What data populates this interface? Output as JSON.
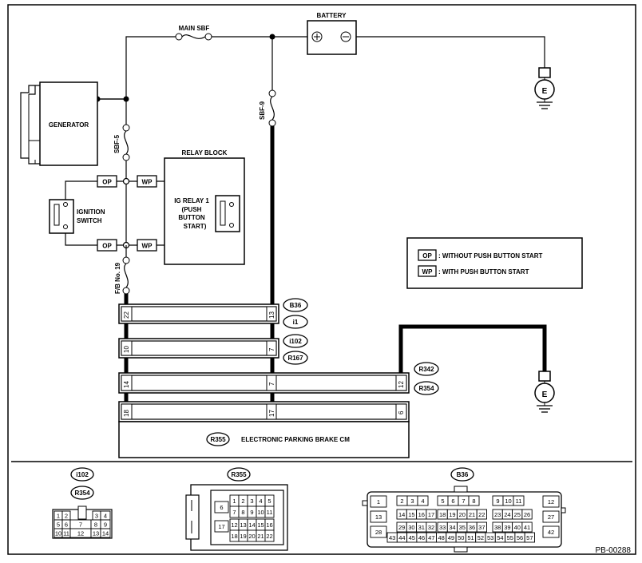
{
  "labels": {
    "battery": "BATTERY",
    "main_sbf": "MAIN SBF",
    "generator": "GENERATOR",
    "sbf5": "SBF-5",
    "sbf9": "SBF-9",
    "relay_block": "RELAY BLOCK",
    "ig_relay_1": "IG RELAY 1",
    "ig_relay_2": "(PUSH",
    "ig_relay_3": "BUTTON",
    "ig_relay_4": "START)",
    "ignition_1": "IGNITION",
    "ignition_2": "SWITCH",
    "fb19": "F/B No. 19",
    "ground": "E",
    "op": "OP",
    "wp": "WP",
    "legend_op": ": WITHOUT PUSH BUTTON START",
    "legend_wp": ": WITH PUSH BUTTON START",
    "module": "ELECTRONIC PARKING BRAKE CM",
    "module_conn": "R355",
    "page_id": "PB-00288"
  },
  "connectors": {
    "b36": "B36",
    "i1": "i1",
    "i102": "i102",
    "r167": "R167",
    "r342": "R342",
    "r354": "R354",
    "r355": "R355"
  },
  "pins": {
    "row1_left": "22",
    "row1_mid": "13",
    "row2_left": "10",
    "row2_mid": "7",
    "row3_left": "14",
    "row3_mid": "7",
    "row3_right": "12",
    "row4_left": "18",
    "row4_mid": "17",
    "row4_right": "6"
  },
  "bottom": {
    "i102_title": "i102",
    "r354_title": "R354",
    "r355_title": "R355",
    "b36_title": "B36",
    "i102_pins": [
      "1",
      "2",
      "3",
      "4",
      "5",
      "6",
      "7",
      "8",
      "9",
      "10",
      "11",
      "12",
      "13",
      "14"
    ],
    "r355_pins": [
      "1",
      "2",
      "3",
      "4",
      "5",
      "6",
      "7",
      "8",
      "9",
      "10",
      "11",
      "12",
      "13",
      "14",
      "15",
      "16",
      "17",
      "18",
      "19",
      "20",
      "21",
      "22"
    ],
    "b36_pins": [
      "1",
      "2",
      "3",
      "4",
      "5",
      "6",
      "7",
      "8",
      "9",
      "10",
      "11",
      "12",
      "13",
      "14",
      "15",
      "16",
      "17",
      "18",
      "19",
      "20",
      "21",
      "22",
      "23",
      "24",
      "25",
      "26",
      "27",
      "28",
      "29",
      "30",
      "31",
      "32",
      "33",
      "34",
      "35",
      "36",
      "37",
      "38",
      "39",
      "40",
      "41",
      "42",
      "43",
      "44",
      "45",
      "46",
      "47",
      "48",
      "49",
      "50",
      "51",
      "52",
      "53",
      "54",
      "55",
      "56",
      "57"
    ]
  }
}
